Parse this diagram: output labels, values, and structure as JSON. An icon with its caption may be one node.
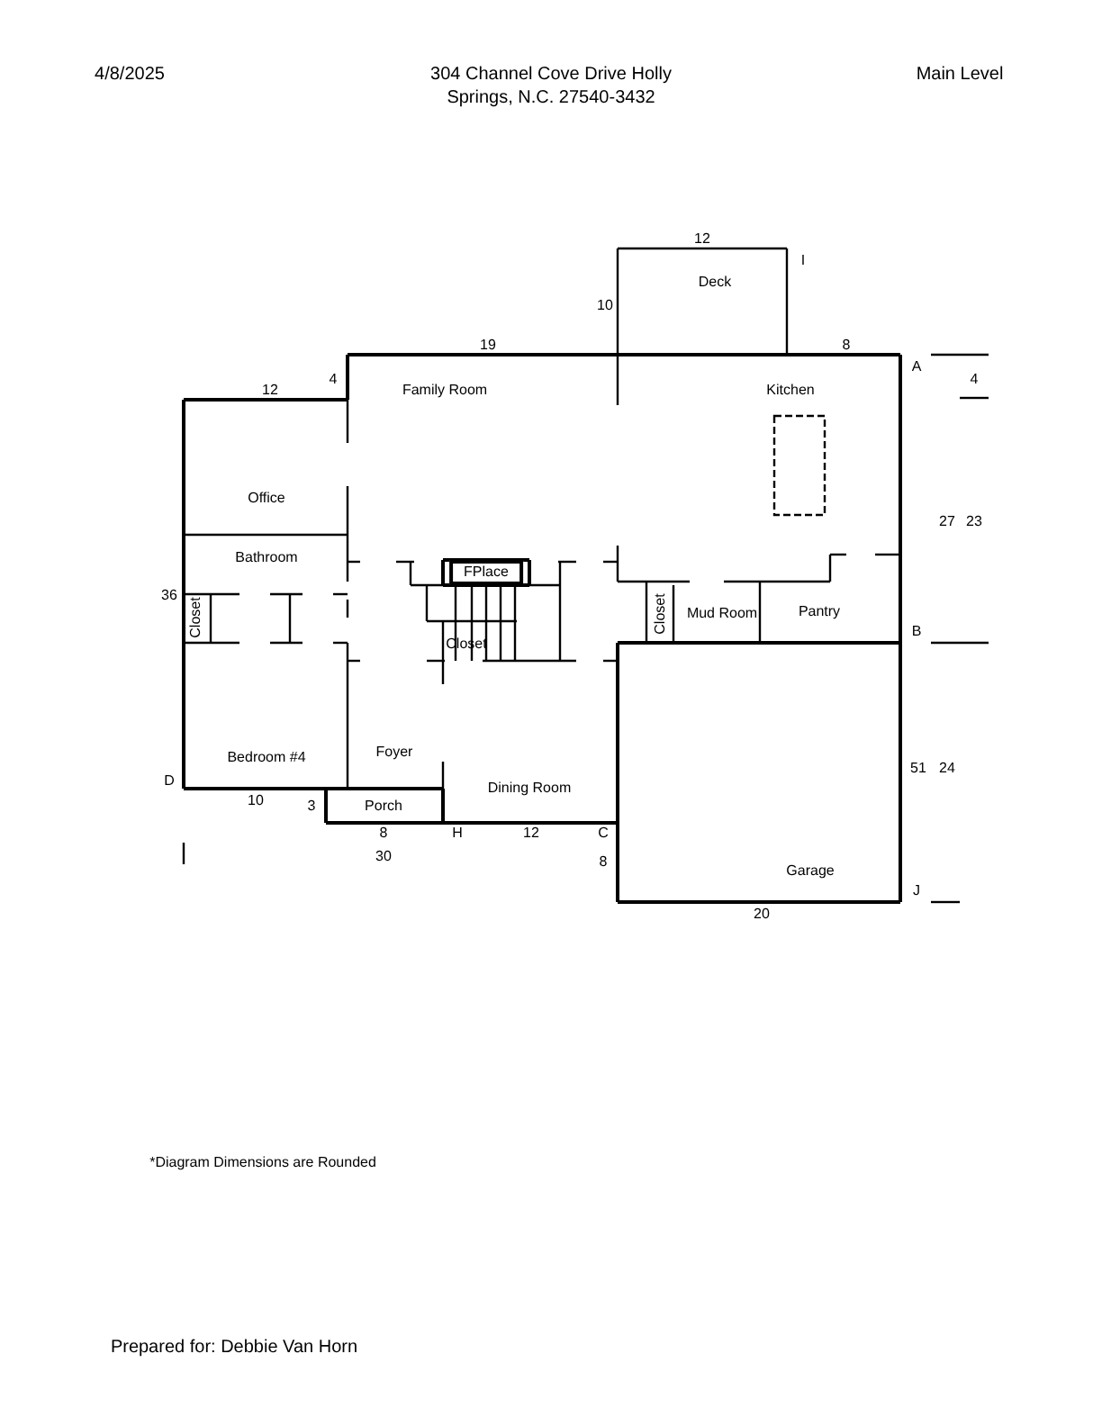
{
  "diagram": {
    "title": "304 Channel Cove Drive Holly Springs, N.C. 27540-3432",
    "caption": "*Diagram Dimensions are Rounded",
    "nodes": [
      {
        "text": [
          "Deck"
        ]
      },
      {
        "text": [
          "Family Room"
        ]
      },
      {
        "text": [
          "Kitchen"
        ]
      },
      {
        "text": [
          "Office"
        ]
      },
      {
        "text": [
          "Bathroom"
        ]
      },
      {
        "text": [
          "FPlace"
        ]
      },
      {
        "text": [
          "Closet"
        ]
      },
      {
        "text": [
          "Closet"
        ]
      },
      {
        "text": [
          "Mud Room"
        ]
      },
      {
        "text": [
          "Pantry"
        ]
      },
      {
        "text": [
          "Closet"
        ]
      },
      {
        "text": [
          "Foyer"
        ]
      },
      {
        "text": [
          "Bedroom #4"
        ]
      },
      {
        "text": [
          "Dining Room"
        ]
      },
      {
        "text": [
          "Porch"
        ]
      },
      {
        "text": [
          "Garage"
        ]
      }
    ],
    "labels": [
      "4/8/2025",
      "Main Level",
      "12",
      "I",
      "10",
      "19",
      "8",
      "A",
      "12",
      "4",
      "4",
      "27",
      "23",
      "36",
      "B",
      "51",
      "24",
      "D",
      "10",
      "3",
      "8",
      "H",
      "12",
      "C",
      "30",
      "8",
      "J",
      "20",
      "Prepared for: Debbie Van Horn"
    ]
  }
}
